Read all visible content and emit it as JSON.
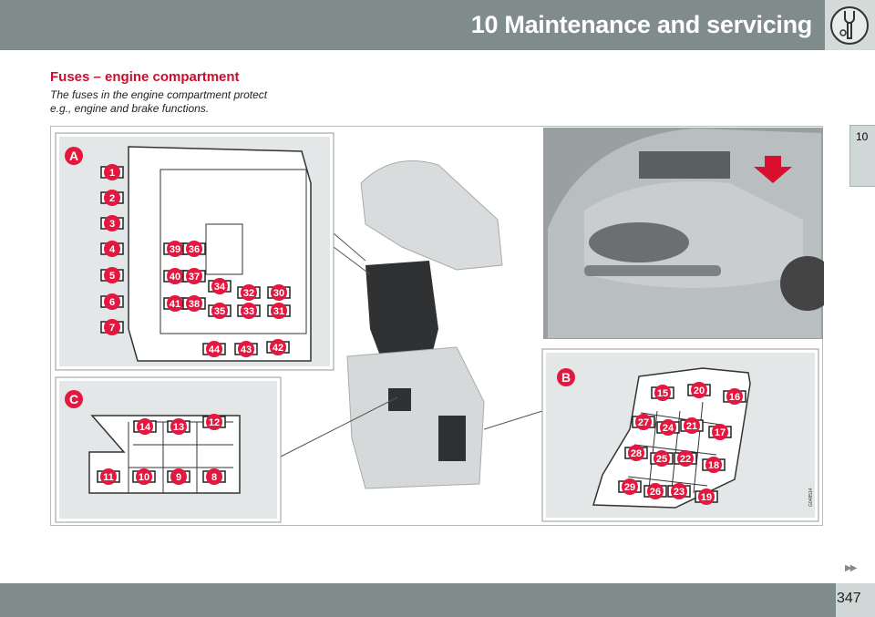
{
  "header": {
    "title": "10 Maintenance and servicing",
    "icon": "wrench-icon"
  },
  "side_tab": {
    "label": "10"
  },
  "section": {
    "heading": "Fuses – engine compartment",
    "intro_line1": "The fuses in the engine compartment protect",
    "intro_line2": "e.g., engine and brake functions."
  },
  "figure": {
    "code": "G048514",
    "panel_a": {
      "letter": "A",
      "fuses": [
        "1",
        "2",
        "3",
        "4",
        "5",
        "6",
        "7",
        "39",
        "36",
        "40",
        "37",
        "41",
        "38",
        "34",
        "35",
        "32",
        "33",
        "30",
        "31",
        "44",
        "43",
        "42"
      ]
    },
    "panel_b": {
      "letter": "B",
      "fuses": [
        "15",
        "20",
        "16",
        "27",
        "24",
        "21",
        "17",
        "28",
        "25",
        "22",
        "18",
        "29",
        "26",
        "23",
        "19"
      ]
    },
    "panel_c": {
      "letter": "C",
      "fuses": [
        "14",
        "13",
        "12",
        "11",
        "10",
        "9",
        "8"
      ]
    },
    "colors": {
      "fuse_badge": "#e4173f",
      "panel_bg": "#e3e7e7"
    }
  },
  "footer": {
    "page": "347",
    "next_icon": "double-chevron-right-icon"
  }
}
